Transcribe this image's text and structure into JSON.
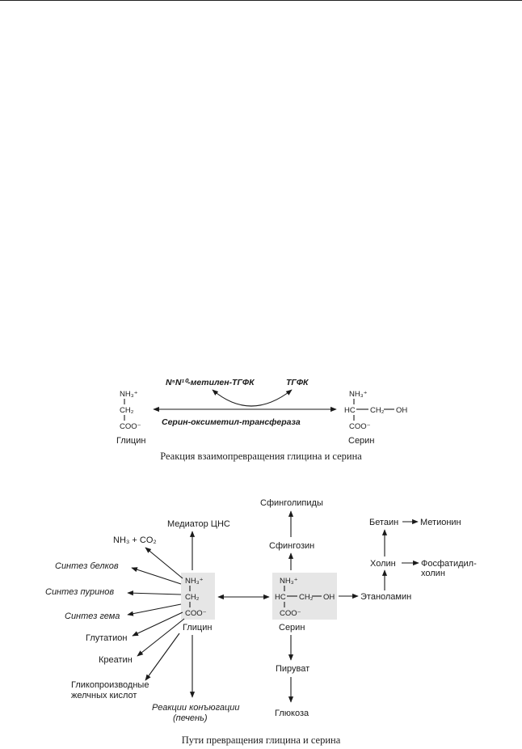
{
  "reaction": {
    "cofactor_left": "N⁵N¹⁰-метилен-ТГФК",
    "cofactor_right": "ТГФК",
    "enzyme": "Серин-оксиметил-трансфераза",
    "glycine": {
      "nh3": "NH₃⁺",
      "ch2": "CH₂",
      "coo": "COO⁻",
      "name": "Глицин"
    },
    "serine": {
      "nh3": "NH₃⁺",
      "hc": "HC",
      "ch2": "CH₂",
      "oh": "OH",
      "coo": "COO⁻",
      "name": "Серин"
    },
    "caption": "Реакция взаимопревращения глицина и серина"
  },
  "pathways": {
    "glycine": {
      "nh3": "NH₃⁺",
      "ch2": "CH₂",
      "coo": "COO⁻",
      "name": "Глицин"
    },
    "serine": {
      "nh3": "NH₃⁺",
      "hc": "HC",
      "ch2": "CH₂",
      "oh": "OH",
      "coo": "COO⁻",
      "name": "Серин"
    },
    "glycine_products": {
      "mediator": "Медиатор ЦНС",
      "nh3co2": "NH₃ + CO₂",
      "proteins": "Синтез белков",
      "purines": "Синтез пуринов",
      "heme": "Синтез гема",
      "glutathione": "Глутатион",
      "creatine": "Креатин",
      "bile_1": "Гликопроизводные",
      "bile_2": "желчных кислот",
      "conj_1": "Реакции конъюгации",
      "conj_2": "(печень)"
    },
    "serine_products": {
      "sphingolipids": "Сфинголипиды",
      "sphingosine": "Сфингозин",
      "pyruvate": "Пируват",
      "glucose": "Глюкоза",
      "ethanolamine": "Этаноламин",
      "choline": "Холин",
      "betaine": "Бетаин",
      "methionine": "Метионин",
      "phosphatidyl_1": "Фосфатидил-",
      "phosphatidyl_2": "холин"
    },
    "caption": "Пути превращения глицина и серина"
  }
}
